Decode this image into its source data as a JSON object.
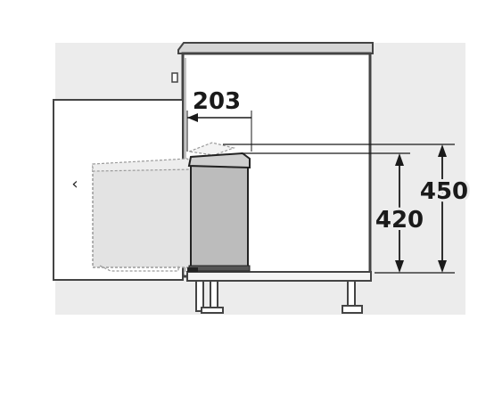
{
  "dimensions": {
    "width_label": "203",
    "height_inner_label": "420",
    "height_outer_label": "450"
  },
  "door_handle_glyph": "‹",
  "colors": {
    "background_band": "#e9e9e9",
    "cabinet_fill": "#ffffff",
    "cabinet_stroke": "#444444",
    "counter_top": "#d7d7d7",
    "bin_fill": "#bdbdbd",
    "bin_stroke": "#222222",
    "ghost_fill": "#e6e6e6",
    "dim_line": "#1a1a1a"
  }
}
